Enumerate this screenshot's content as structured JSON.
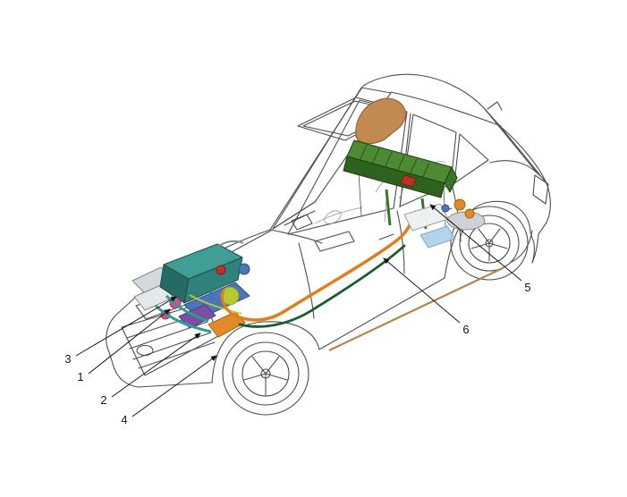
{
  "figure": {
    "callouts": [
      {
        "label": "1"
      },
      {
        "label": "2"
      },
      {
        "label": "3"
      },
      {
        "label": "4"
      },
      {
        "label": "5"
      },
      {
        "label": "6"
      }
    ],
    "colors": {
      "outline": "#4d4d4d",
      "callout": "#141414",
      "engine_cover_top": "#3f9e95",
      "engine_cover_front": "#256b65",
      "engine_cover_side": "#2e827a",
      "battery_top": "#4d8a33",
      "battery_front": "#2f611f",
      "battery_end": "#3a7527",
      "cable_orange": "#df7f1e",
      "cable_green": "#1d5c2a",
      "component_blue": "#4a76b8",
      "component_purple": "#7b4fa3",
      "component_yellow": "#b8c832",
      "component_pink": "#d2538f",
      "component_red": "#c03028",
      "bracket_copper": "#c08a50",
      "hose_teal": "#2e9b94",
      "exhaust_tan": "#b5854f"
    }
  }
}
